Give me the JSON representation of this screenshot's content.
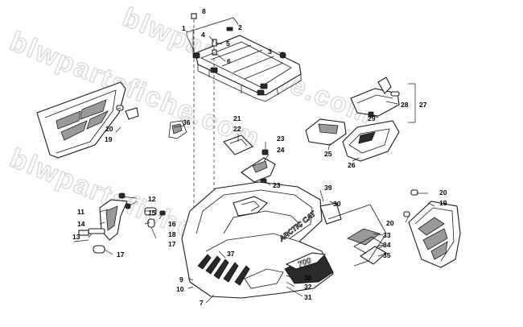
{
  "watermark": "blwpartsfiche.com",
  "callouts": {
    "c1": "1",
    "c2": "2",
    "c3": "3",
    "c4": "4",
    "c5": "5",
    "c6": "6",
    "c7": "7",
    "c8": "8",
    "c9": "9",
    "c10": "10",
    "c11": "11",
    "c12": "12",
    "c13": "13",
    "c14": "14",
    "c15": "15",
    "c16": "16",
    "c17_left": "17",
    "c17_right": "17",
    "c18": "18",
    "c19_left": "19",
    "c19_right": "19",
    "c20_left": "20",
    "c20_right_top": "20",
    "c20_right": "20",
    "c21": "21",
    "c22": "22",
    "c23_top": "23",
    "c23_bottom": "23",
    "c24": "24",
    "c25": "25",
    "c26": "26",
    "c27": "27",
    "c28": "28",
    "c29": "29",
    "c30": "30",
    "c31": "31",
    "c32": "32",
    "c33": "33",
    "c34": "34",
    "c35": "35",
    "c36": "36",
    "c37": "37",
    "c38": "38",
    "c39": "39"
  },
  "decals": {
    "hood_brand": "ARCTIC CAT",
    "side_model": "700"
  }
}
